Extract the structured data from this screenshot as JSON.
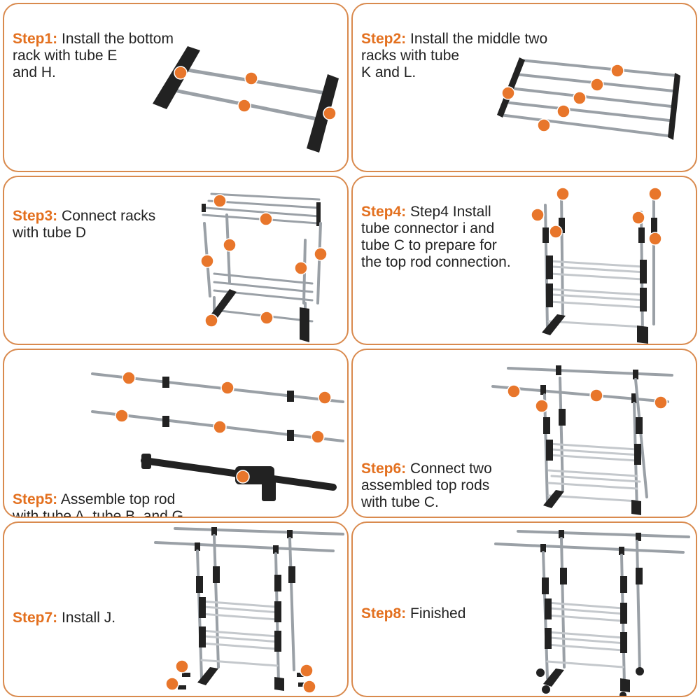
{
  "steps": [
    {
      "label": "Step1:",
      "text": "Install the bottom\nrack with tube E\nand H."
    },
    {
      "label": "Step2:",
      "text": "Install the middle two\nracks with tube\nK and L."
    },
    {
      "label": "Step3:",
      "text": "Connect racks\nwith tube D"
    },
    {
      "label": "Step4:",
      "text": "Step4 Install\ntube connector i and\ntube C to prepare for\nthe top rod connection."
    },
    {
      "label": "Step5:",
      "text": "Assemble top rod\nwith tube A, tube B, and G."
    },
    {
      "label": "Step6:",
      "text": "Connect two\nassembled top rods\nwith tube C."
    },
    {
      "label": "Step7:",
      "text": "Install J."
    },
    {
      "label": "Step8:",
      "text": "Finished"
    }
  ],
  "parts": {
    "A": "A",
    "B": "B",
    "C": "C",
    "D": "D",
    "E": "E",
    "G": "G",
    "H": "H",
    "I": "I",
    "J": "J",
    "K": "K",
    "L": "L"
  },
  "colors": {
    "accent": "#e3701f",
    "border": "#d98a4e",
    "tube": "#9aa0a6",
    "frame": "#222222"
  }
}
